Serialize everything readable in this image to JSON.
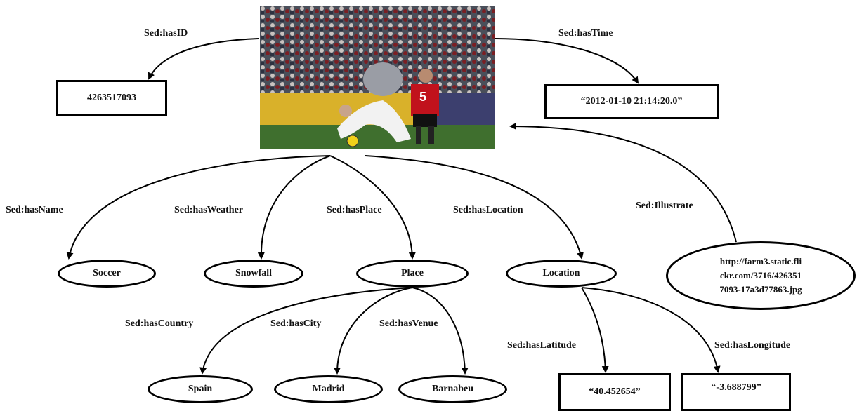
{
  "edges": {
    "has_id": "Sed:hasID",
    "has_time": "Sed:hasTime",
    "has_name": "Sed:hasName",
    "has_weather": "Sed:hasWeather",
    "has_place": "Sed:hasPlace",
    "has_location": "Sed:hasLocation",
    "illustrate": "Sed:Illustrate",
    "has_country": "Sed:hasCountry",
    "has_city": "Sed:hasCity",
    "has_venue": "Sed:hasVenue",
    "has_latitude": "Sed:hasLatitude",
    "has_longitude": "Sed:hasLongitude"
  },
  "nodes": {
    "soccer": "Soccer",
    "snowfall": "Snowfall",
    "place": "Place",
    "location": "Location",
    "spain": "Spain",
    "madrid": "Madrid",
    "barnabeu": "Barnabeu",
    "url_line1": "http://farm3.static.fli",
    "url_line2": "ckr.com/3716/426351",
    "url_line3": "7093-17a3d77863.jpg"
  },
  "literals": {
    "id": "4263517093",
    "time": "“2012-01-10 21:14:20.0”",
    "latitude": "“40.452654”",
    "longitude": "“-3.688799”"
  },
  "photo": {
    "description_icon": "soccer-photo-image",
    "jersey_number": "5"
  }
}
